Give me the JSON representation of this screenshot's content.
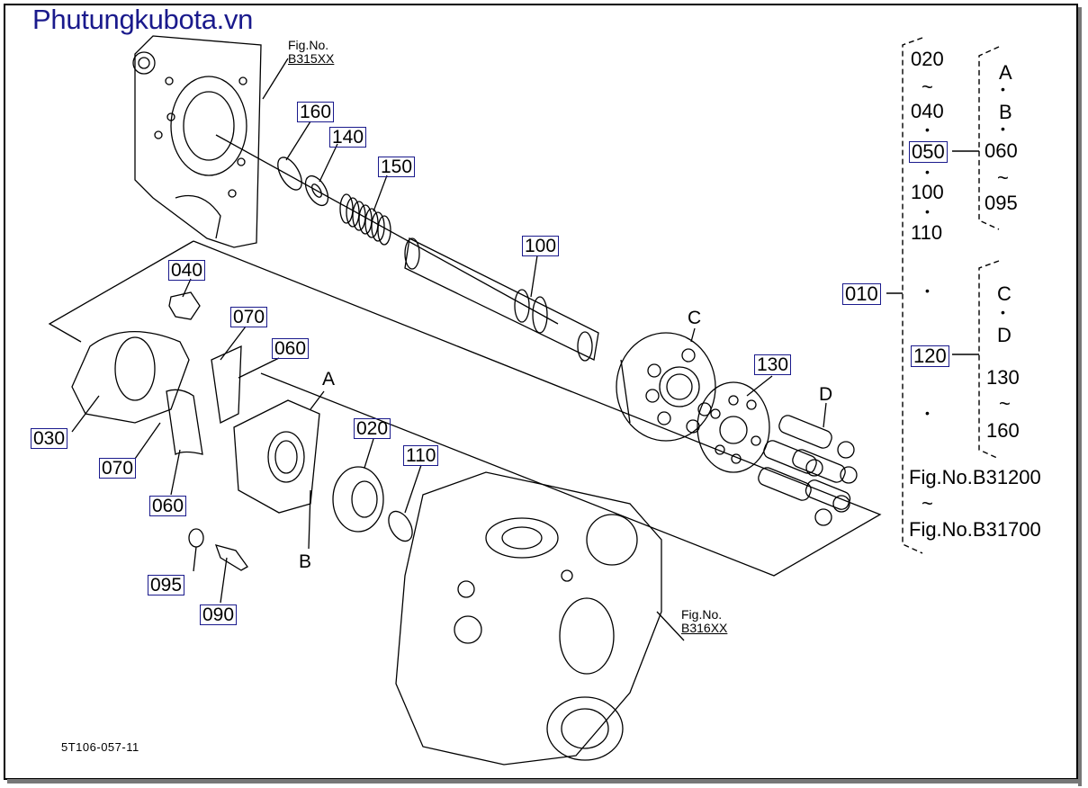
{
  "brand": "Phutungkubota.vn",
  "figure_code": "5T106-057-11",
  "refs": {
    "top": [
      "Fig.No.",
      "B315XX"
    ],
    "bottom": [
      "Fig.No.",
      "B316XX"
    ]
  },
  "parts": {
    "p160": "160",
    "p140": "140",
    "p150": "150",
    "p100": "100",
    "p040": "040",
    "p070a": "070",
    "p060a": "060",
    "p030": "030",
    "p070b": "070",
    "p060b": "060",
    "p095": "095",
    "p090": "090",
    "p020": "020",
    "p110": "110",
    "p130": "130",
    "A": "A",
    "B": "B",
    "C": "C",
    "D": "D"
  },
  "legend": {
    "left_col": [
      "020",
      "~",
      "040",
      "•",
      "050",
      "•",
      "100",
      "•",
      "110"
    ],
    "group_a": [
      "A",
      "•",
      "B",
      "•",
      "060",
      "~",
      "095"
    ],
    "n010": "010",
    "dot1": "•",
    "n120": "120",
    "dot2": "•",
    "group_c": [
      "C",
      "•",
      "D",
      "130",
      "~",
      "160"
    ],
    "fig_from": "Fig.No.B31200",
    "fig_tilde": "~",
    "fig_to": "Fig.No.B31700"
  }
}
